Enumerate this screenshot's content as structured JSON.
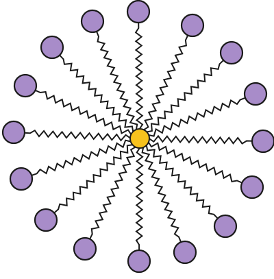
{
  "diagram": {
    "kind": "radial-spring-network",
    "colors": {
      "background": "#ffffff",
      "spring_stroke": "#1a1a1a",
      "outer_node_fill": "#a88cc9",
      "outer_node_stroke": "#1a1a1a",
      "center_node_fill": "#f7c21e",
      "center_node_stroke": "#1a1a1a"
    },
    "center": {
      "shape": "circle",
      "icon": "yellow-core-dot"
    },
    "outer_node_count": 16,
    "outer_nodes": [
      {
        "shape": "circle",
        "icon": "purple-node-dot"
      },
      {
        "shape": "circle",
        "icon": "purple-node-dot"
      },
      {
        "shape": "circle",
        "icon": "purple-node-dot"
      },
      {
        "shape": "circle",
        "icon": "purple-node-dot"
      },
      {
        "shape": "circle",
        "icon": "purple-node-dot"
      },
      {
        "shape": "circle",
        "icon": "purple-node-dot"
      },
      {
        "shape": "circle",
        "icon": "purple-node-dot"
      },
      {
        "shape": "circle",
        "icon": "purple-node-dot"
      },
      {
        "shape": "circle",
        "icon": "purple-node-dot"
      },
      {
        "shape": "circle",
        "icon": "purple-node-dot"
      },
      {
        "shape": "circle",
        "icon": "purple-node-dot"
      },
      {
        "shape": "circle",
        "icon": "purple-node-dot"
      },
      {
        "shape": "circle",
        "icon": "purple-node-dot"
      },
      {
        "shape": "circle",
        "icon": "purple-node-dot"
      },
      {
        "shape": "circle",
        "icon": "purple-node-dot"
      },
      {
        "shape": "circle",
        "icon": "purple-node-dot"
      }
    ],
    "connector": "zigzag-spring"
  }
}
